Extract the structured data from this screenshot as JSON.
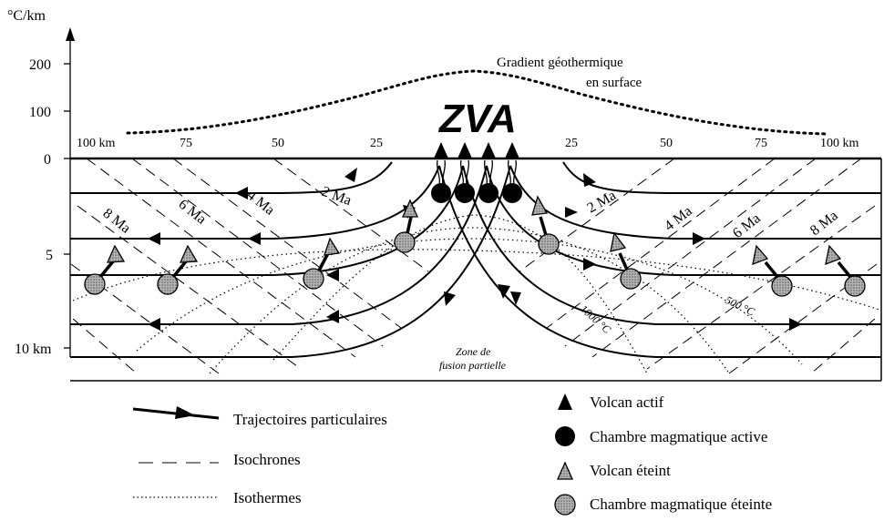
{
  "axis": {
    "unit_top": "°C/km",
    "gradient_ticks": [
      "200",
      "100",
      "0"
    ],
    "depth_ticks": [
      "5",
      "10 km"
    ]
  },
  "distance_ticks": {
    "left": [
      "100 km",
      "75",
      "50",
      "25"
    ],
    "right": [
      "25",
      "50",
      "75",
      "100 km"
    ]
  },
  "zone_label": "ZVA",
  "gradient_label": {
    "line1": "Gradient géothermique",
    "line2": "en surface"
  },
  "isochrone_labels": {
    "left": [
      "8 Ma",
      "6 Ma",
      "4 Ma",
      "2 Ma"
    ],
    "right": [
      "2 Ma",
      "4 Ma",
      "6 Ma",
      "8 Ma"
    ]
  },
  "isotherm_labels": [
    "1000 °C",
    "500 °C"
  ],
  "zone_fusion": {
    "line1": "Zone de",
    "line2": "fusion partielle"
  },
  "legend": {
    "trajectoires": "Trajectoires particulaires",
    "isochrones": "Isochrones",
    "isothermes": "Isothermes",
    "volcan_actif": "Volcan actif",
    "chambre_active": "Chambre magmatique active",
    "volcan_eteint": "Volcan éteint",
    "chambre_eteinte": "Chambre magmatique éteinte"
  },
  "colors": {
    "active": "#000000",
    "extinct": "#a8a8a8",
    "line": "#000000"
  }
}
